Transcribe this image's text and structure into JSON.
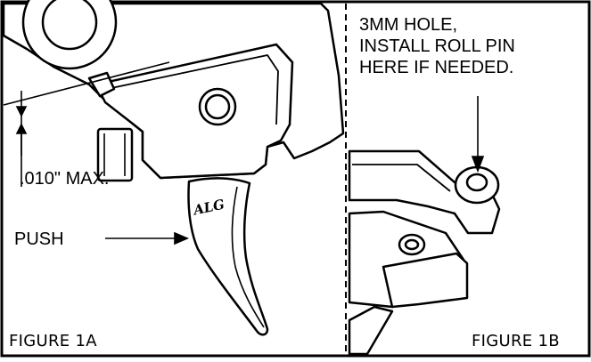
{
  "figure_a": {
    "caption": "FIGURE 1A",
    "gap_label": ".010\" MAX.",
    "push_label": "PUSH",
    "trigger_stamp": "ALG"
  },
  "figure_b": {
    "caption": "FIGURE 1B",
    "note_lines": [
      "3MM HOLE,",
      "INSTALL ROLL PIN",
      "HERE IF NEEDED."
    ]
  },
  "colors": {
    "ink": "#000000",
    "paper": "#ffffff"
  }
}
